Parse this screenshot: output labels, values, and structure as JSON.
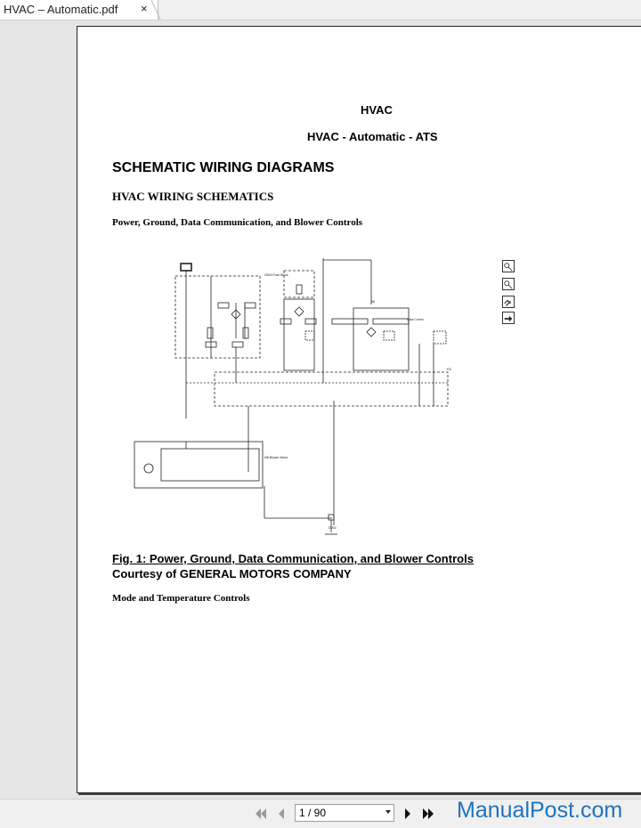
{
  "tab": {
    "title": "HVAC – Automatic.pdf",
    "close_glyph": "×"
  },
  "document": {
    "title": "HVAC",
    "subtitle": "HVAC - Automatic - ATS",
    "section_heading": "SCHEMATIC WIRING DIAGRAMS",
    "subsection_heading": "HVAC WIRING SCHEMATICS",
    "power_heading": "Power, Ground, Data Communication, and Blower Controls",
    "figure_caption": "Fig. 1: Power, Ground, Data Communication, and Blower Controls",
    "figure_courtesy": "Courtesy of GENERAL MOTORS COMPANY",
    "mode_heading": "Mode and Temperature Controls"
  },
  "side_icons": [
    "zoom-in-icon",
    "zoom-out-icon",
    "link-icon",
    "arrow-right-icon"
  ],
  "toolbar": {
    "page_indicator": "1 / 90",
    "watermark": "ManualPost.com"
  }
}
